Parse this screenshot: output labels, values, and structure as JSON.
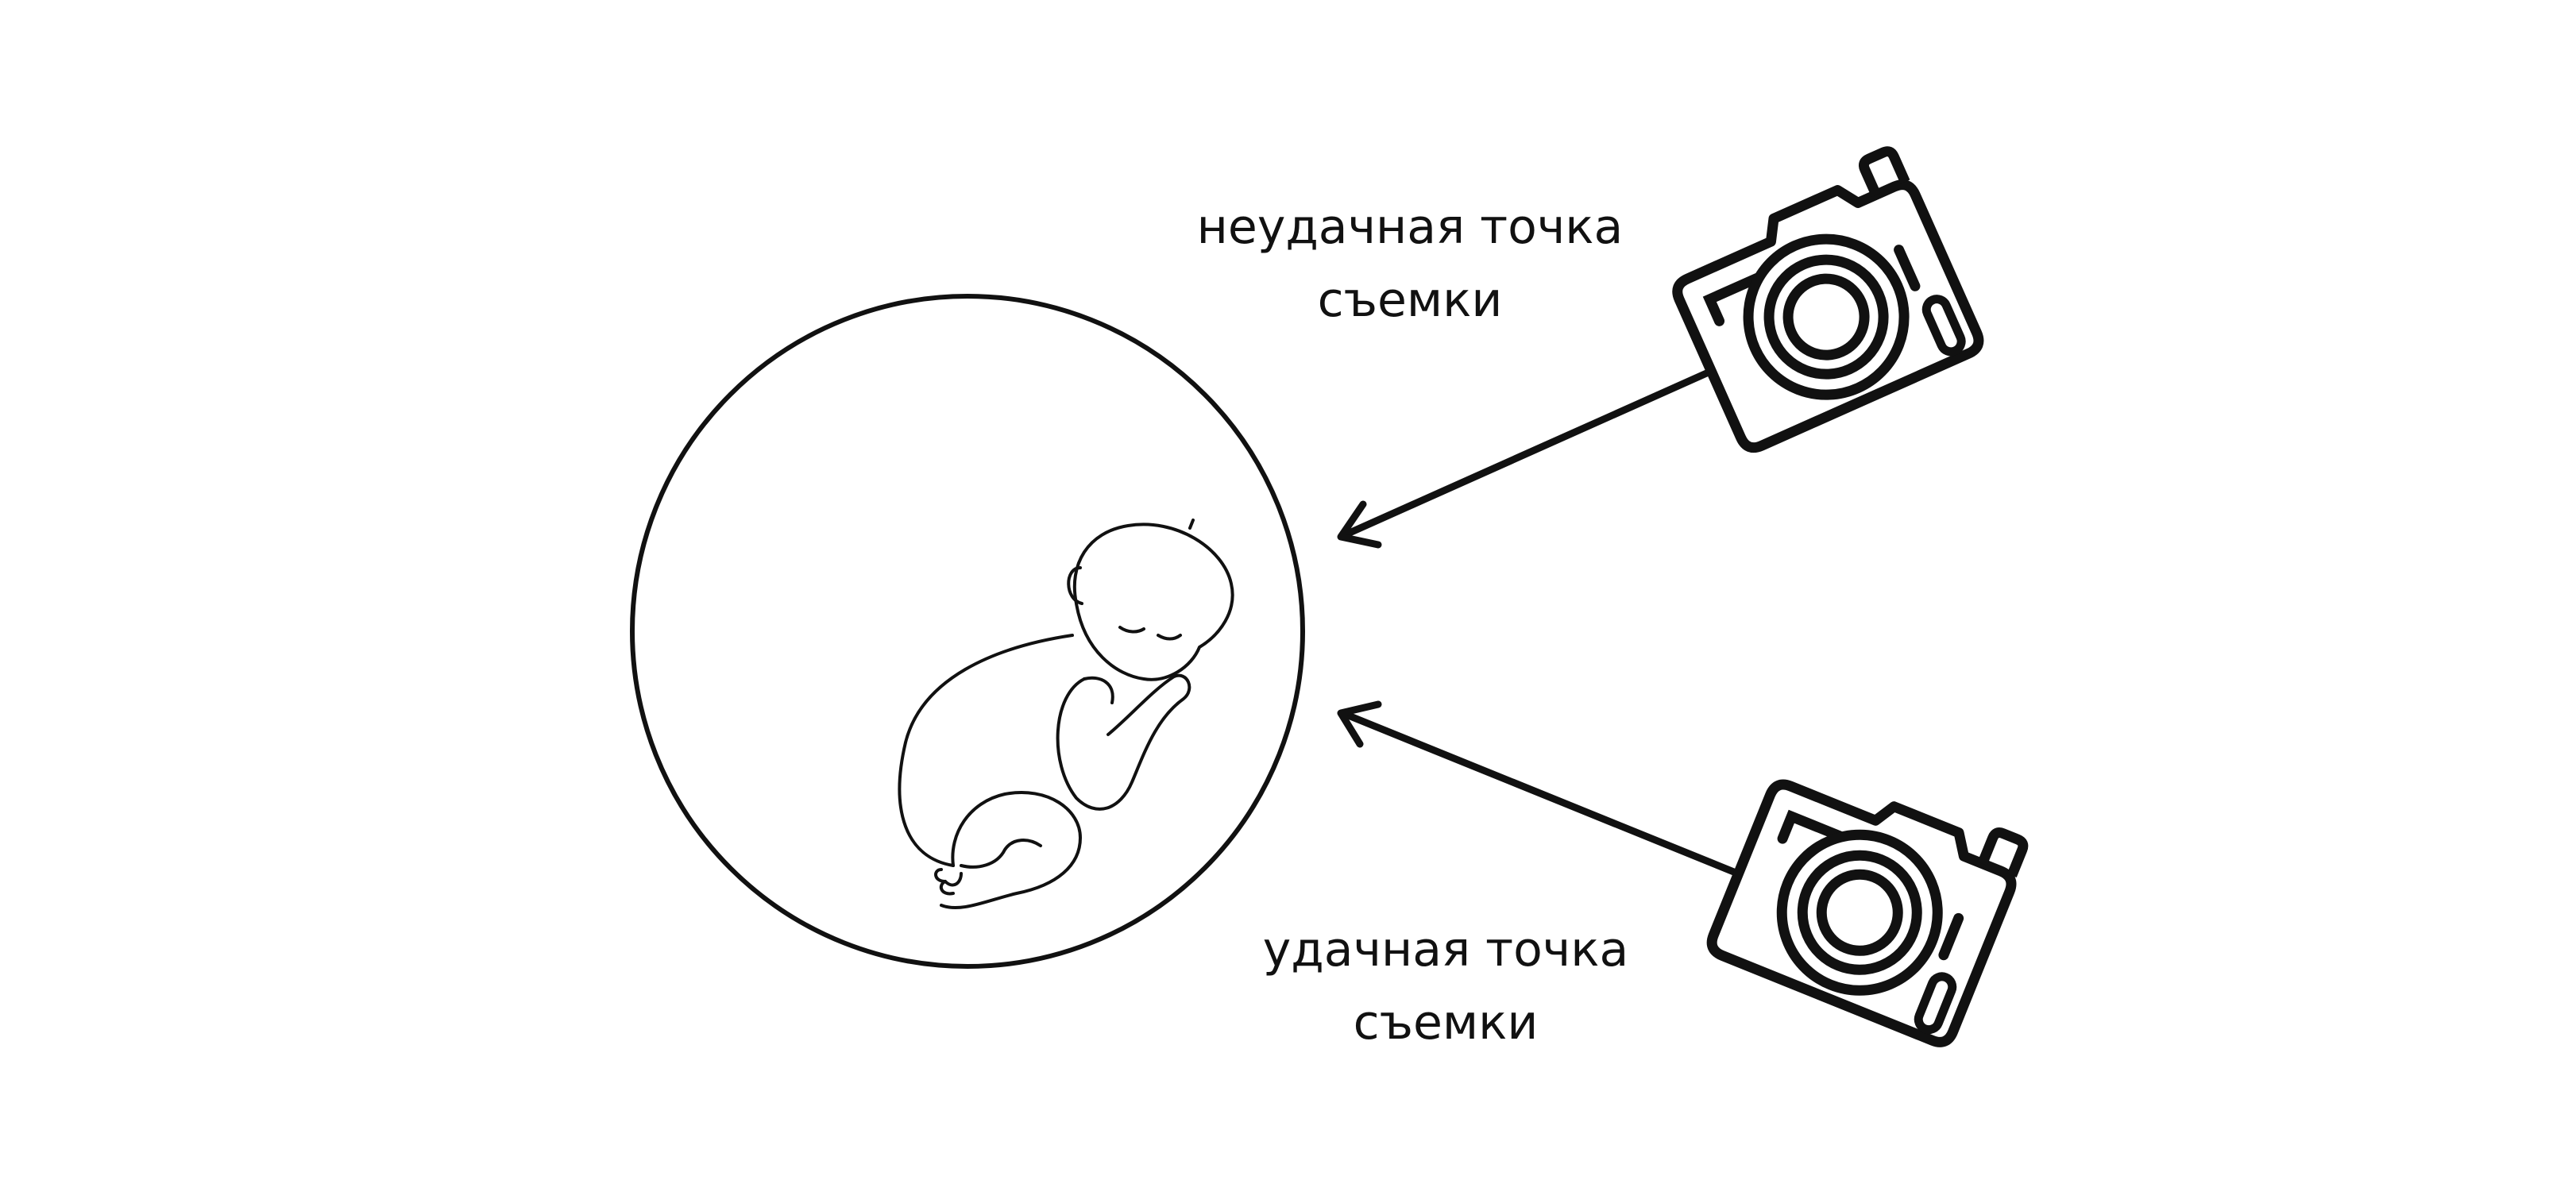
{
  "labels": {
    "bad_point": {
      "line1": "неудачная точка",
      "line2": "съемки"
    },
    "good_point": {
      "line1": "удачная точка",
      "line2": "съемки"
    }
  },
  "colors": {
    "stroke": "#111111",
    "background": "#ffffff"
  },
  "icons": {
    "subject": "sleeping-newborn-icon",
    "camera_top": "camera-icon",
    "camera_bottom": "camera-icon"
  }
}
